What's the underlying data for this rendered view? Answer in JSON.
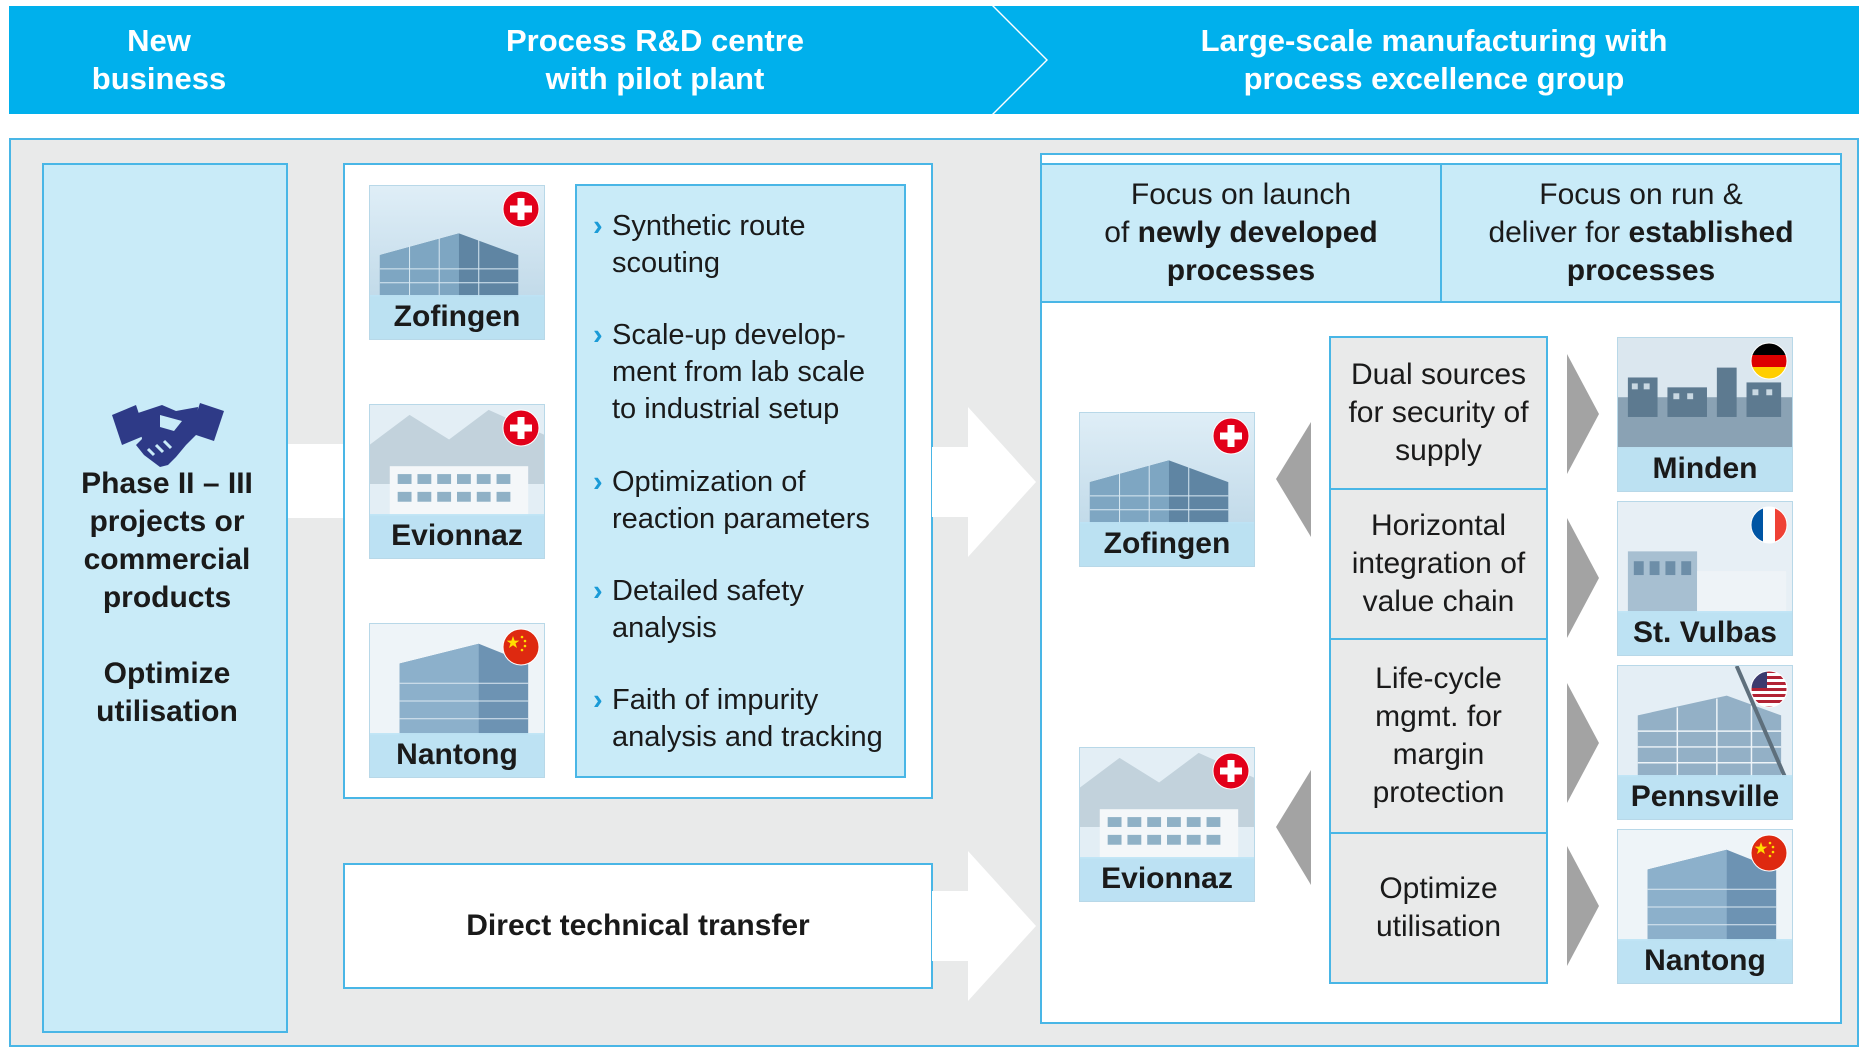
{
  "header": {
    "step1": "New business",
    "step1_line1": "New",
    "step1_line2": "business",
    "step2_line1": "Process R&D centre",
    "step2_line2": "with pilot plant",
    "step3_line1": "Large-scale manufacturing with",
    "step3_line2": "process excellence group"
  },
  "colors": {
    "header_blue": "#00b0ec",
    "light_blue": "#c9ebf8",
    "border_blue": "#49b6e6",
    "grey_bg": "#e9eaea",
    "arrow_grey": "#a3a3a3",
    "handshake_navy": "#2e3a87"
  },
  "left_column": {
    "icon": "handshake-icon",
    "line1": "Phase II – III",
    "line2": "projects or",
    "line3": "commercial",
    "line4": "products",
    "line5": "Optimize",
    "line6": "utilisation"
  },
  "rd_sites": [
    {
      "name": "Zofingen",
      "flag": "switzerland-flag"
    },
    {
      "name": "Evionnaz",
      "flag": "switzerland-flag"
    },
    {
      "name": "Nantong",
      "flag": "china-flag"
    }
  ],
  "rd_bullets": [
    "Synthetic route scouting",
    "Scale-up develop-ment from lab scale to industrial setup",
    "Optimization of reaction parameters",
    "Detailed safety analysis",
    "Faith of impurity analysis and tracking"
  ],
  "rd_bullet_lines": {
    "b1": [
      "Synthetic route",
      "scouting"
    ],
    "b2": [
      "Scale-up develop-",
      "ment from lab scale",
      "to industrial setup"
    ],
    "b3": [
      "Optimization of",
      "reaction parameters"
    ],
    "b4": [
      "Detailed safety",
      "analysis"
    ],
    "b5": [
      "Faith of impurity",
      "analysis and tracking"
    ]
  },
  "direct_transfer": "Direct technical transfer",
  "focus": {
    "left_l1": "Focus on launch",
    "left_l2_plain": "of ",
    "left_l2_bold": "newly developed",
    "left_l3_bold": "processes",
    "right_l1": "Focus on run &",
    "right_l2_plain": "deliver for ",
    "right_l2_bold": "established",
    "right_l3_bold": "processes"
  },
  "launch_sites": [
    {
      "name": "Zofingen",
      "flag": "switzerland-flag"
    },
    {
      "name": "Evionnaz",
      "flag": "switzerland-flag"
    }
  ],
  "benefits": [
    [
      "Dual sources",
      "for security of",
      "supply"
    ],
    [
      "Horizontal",
      "integration of",
      "value chain"
    ],
    [
      "Life-cycle",
      "mgmt. for",
      "margin",
      "protection"
    ],
    [
      "Optimize",
      "utilisation"
    ]
  ],
  "run_sites": [
    {
      "name": "Minden",
      "flag": "germany-flag"
    },
    {
      "name": "St. Vulbas",
      "flag": "france-flag"
    },
    {
      "name": "Pennsville",
      "flag": "usa-flag"
    },
    {
      "name": "Nantong",
      "flag": "china-flag"
    }
  ]
}
